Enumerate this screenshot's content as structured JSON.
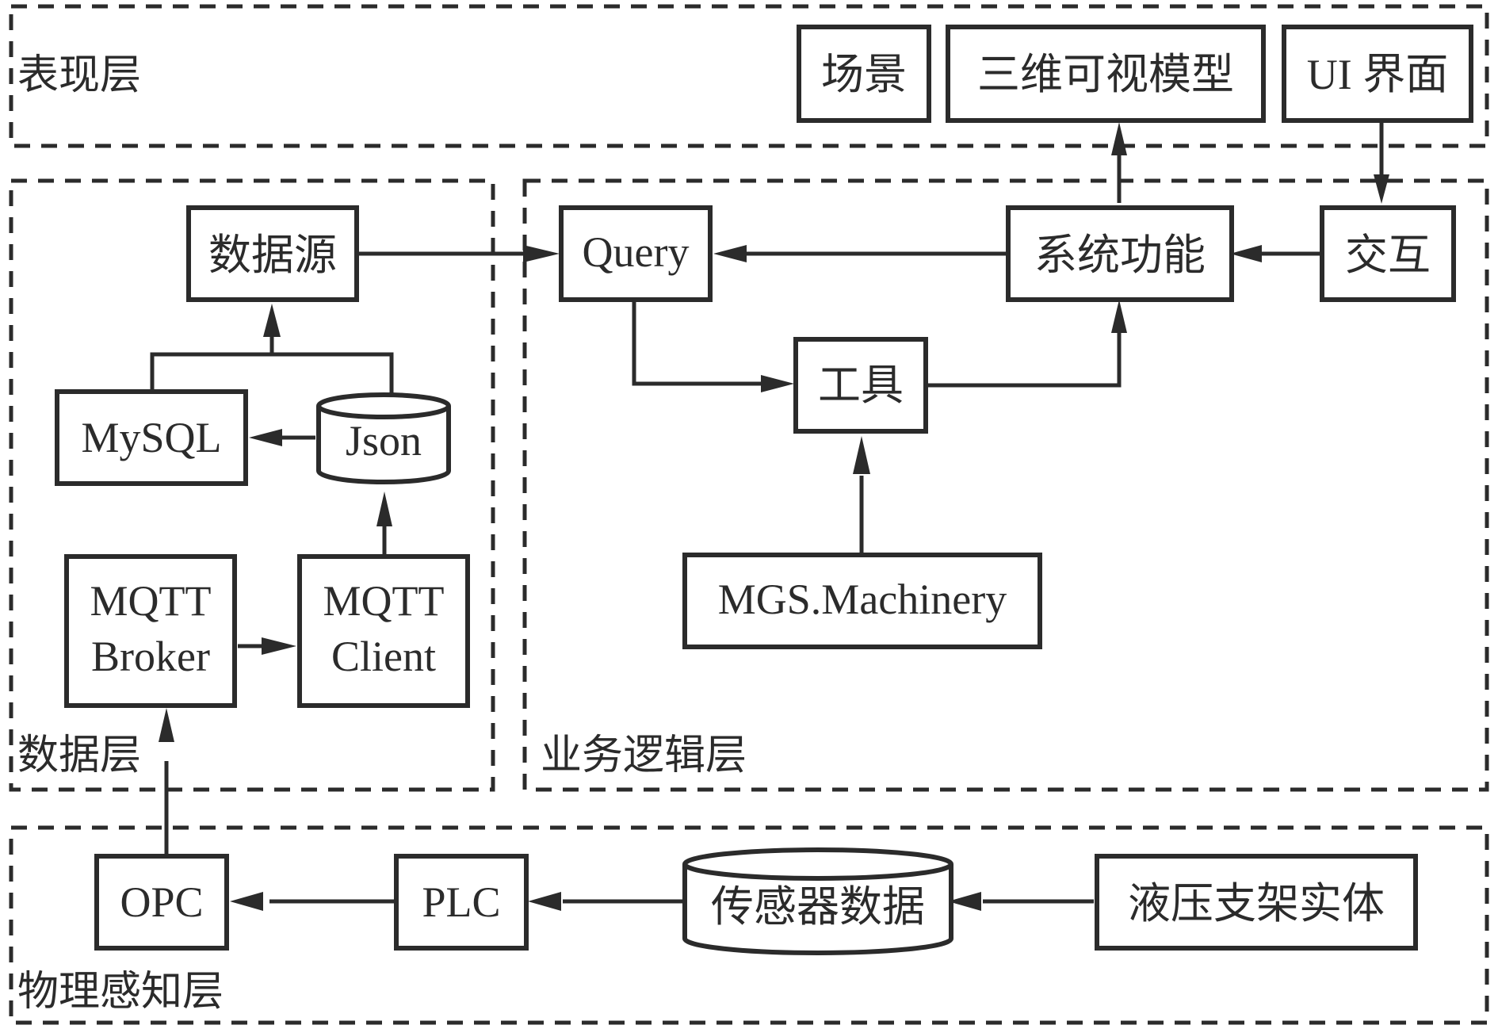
{
  "diagram": {
    "layers": {
      "presentation": "表现层",
      "data": "数据层",
      "business": "业务逻辑层",
      "physical": "物理感知层"
    },
    "nodes": {
      "scene": "场景",
      "model3d": "三维可视模型",
      "ui": "UI 界面",
      "datasource": "数据源",
      "query": "Query",
      "sysfunc": "系统功能",
      "interact": "交互",
      "mysql": "MySQL",
      "json": "Json",
      "tools": "工具",
      "broker_l1": "MQTT",
      "broker_l2": "Broker",
      "client_l1": "MQTT",
      "client_l2": "Client",
      "mgs": "MGS.Machinery",
      "opc": "OPC",
      "plc": "PLC",
      "sensor": "传感器数据",
      "hydraulic": "液压支架实体"
    },
    "edges": [
      {
        "from": "交互",
        "to": "系统功能"
      },
      {
        "from": "UI 界面",
        "to": "交互"
      },
      {
        "from": "系统功能",
        "to": "三维可视模型"
      },
      {
        "from": "系统功能",
        "to": "Query"
      },
      {
        "from": "数据源",
        "to": "Query"
      },
      {
        "from": "Query",
        "to": "工具"
      },
      {
        "from": "工具",
        "to": "系统功能"
      },
      {
        "from": "MGS.Machinery",
        "to": "工具"
      },
      {
        "from": "MySQL",
        "to": "数据源"
      },
      {
        "from": "Json",
        "to": "数据源"
      },
      {
        "from": "Json",
        "to": "MySQL"
      },
      {
        "from": "MQTT Client",
        "to": "Json"
      },
      {
        "from": "MQTT Broker",
        "to": "MQTT Client"
      },
      {
        "from": "OPC",
        "to": "MQTT Broker"
      },
      {
        "from": "PLC",
        "to": "OPC"
      },
      {
        "from": "传感器数据",
        "to": "PLC"
      },
      {
        "from": "液压支架实体",
        "to": "传感器数据"
      }
    ]
  }
}
